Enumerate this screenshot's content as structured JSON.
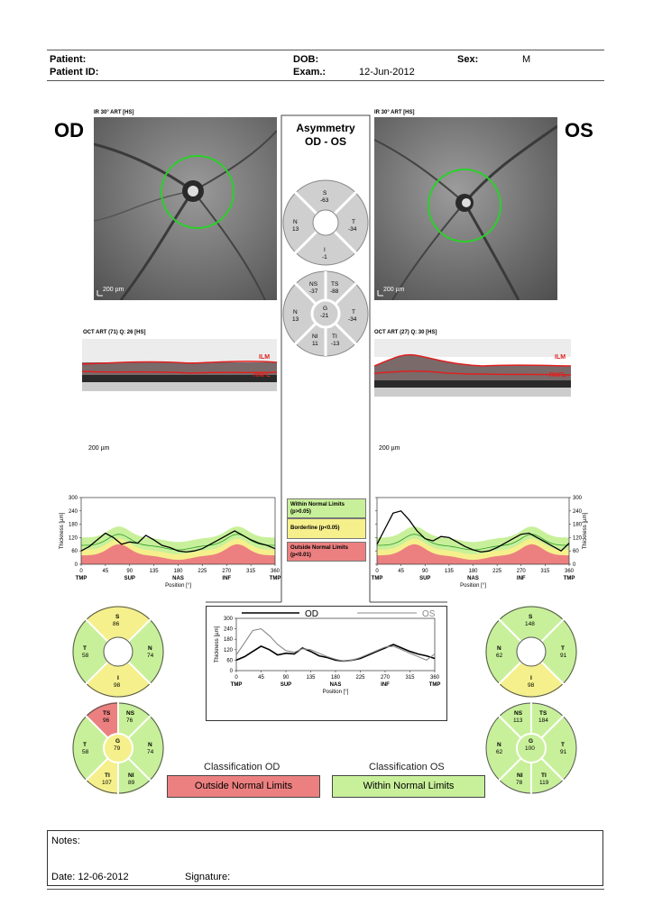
{
  "header": {
    "patient_label": "Patient:",
    "patient_id_label": "Patient ID:",
    "dob_label": "DOB:",
    "exam_label": "Exam.:",
    "exam_date": "12-Jun-2012",
    "sex_label": "Sex:",
    "sex_value": "M"
  },
  "eyes": {
    "od": "OD",
    "os": "OS"
  },
  "ir_image": {
    "od_caption": "IR 30° ART [HS]",
    "os_caption": "IR 30° ART [HS]",
    "scale": "200 µm"
  },
  "oct_image": {
    "od_caption": "OCT ART (71) Q: 26 [HS]",
    "os_caption": "OCT ART (27) Q: 30 [HS]",
    "ilm": "ILM",
    "rnfl": "RNFL",
    "scale": "200 µm"
  },
  "asymmetry": {
    "title_line1": "Asymmetry",
    "title_line2": "OD - OS",
    "quad": {
      "S_label": "S",
      "S": "-63",
      "N_label": "N",
      "N": "13",
      "T_label": "T",
      "T": "-34",
      "I_label": "I",
      "I": "-1"
    },
    "sect": {
      "NS_label": "NS",
      "NS": "-37",
      "TS_label": "TS",
      "TS": "-88",
      "N_label": "N",
      "N": "13",
      "G_label": "G",
      "G": "-21",
      "T_label": "T",
      "T": "-34",
      "NI_label": "NI",
      "NI": "11",
      "TI_label": "TI",
      "TI": "-13"
    }
  },
  "legend": {
    "within_line1": "Within Normal Limits",
    "within_line2": "(p>0.05)",
    "borderline": "Borderline (p<0.05)",
    "outside_line1": "Outside Normal Limits",
    "outside_line2": "(p<0.01)"
  },
  "profile_axes": {
    "ylabel": "Thickness [µm]",
    "xlabel": "Position [°]",
    "y_ticks": [
      "0",
      "60",
      "120",
      "180",
      "240",
      "300"
    ],
    "x_ticks": [
      "0",
      "45",
      "90",
      "135",
      "180",
      "225",
      "270",
      "315",
      "360"
    ],
    "regions": [
      "TMP",
      "SUP",
      "NAS",
      "INF",
      "TMP"
    ]
  },
  "compare_legend": {
    "od": "OD",
    "os": "OS"
  },
  "od_quadrants": {
    "S_label": "S",
    "S": "86",
    "T_label": "T",
    "T": "58",
    "N_label": "N",
    "N": "74",
    "I_label": "I",
    "I": "98"
  },
  "od_sectors": {
    "TS_label": "TS",
    "TS": "96",
    "NS_label": "NS",
    "NS": "76",
    "T_label": "T",
    "T": "58",
    "G_label": "G",
    "G": "79",
    "N_label": "N",
    "N": "74",
    "TI_label": "TI",
    "TI": "107",
    "NI_label": "NI",
    "NI": "89"
  },
  "os_quadrants": {
    "S_label": "S",
    "S": "148",
    "N_label": "N",
    "N": "62",
    "T_label": "T",
    "T": "91",
    "I_label": "I",
    "I": "98"
  },
  "os_sectors": {
    "NS_label": "NS",
    "NS": "113",
    "TS_label": "TS",
    "TS": "184",
    "N_label": "N",
    "N": "62",
    "G_label": "G",
    "G": "100",
    "T_label": "T",
    "T": "91",
    "NI_label": "NI",
    "NI": "78",
    "TI_label": "TI",
    "TI": "119"
  },
  "classification": {
    "od_title": "Classification OD",
    "od_value": "Outside Normal Limits",
    "os_title": "Classification OS",
    "os_value": "Within Normal Limits"
  },
  "footer": {
    "notes_label": "Notes:",
    "date_label": "Date: 12-06-2012",
    "signature_label": "Signature:"
  },
  "colors": {
    "green": "#c8f09a",
    "yellow": "#f5f08c",
    "red": "#ec8080",
    "circle": "#2bd02b"
  },
  "chart_data": [
    {
      "type": "line",
      "title": "",
      "xlabel": "Position [°]",
      "ylabel": "Thickness [µm]",
      "xlim": [
        0,
        360
      ],
      "ylim": [
        0,
        300
      ],
      "x": [
        0,
        15,
        30,
        45,
        60,
        75,
        90,
        105,
        120,
        135,
        150,
        165,
        180,
        195,
        210,
        225,
        240,
        255,
        270,
        285,
        300,
        315,
        330,
        345,
        360
      ],
      "series": [
        {
          "values": [
            60,
            80,
            110,
            140,
            120,
            90,
            100,
            95,
            130,
            110,
            85,
            75,
            60,
            55,
            60,
            70,
            90,
            110,
            130,
            150,
            130,
            110,
            95,
            85,
            70
          ]
        }
      ]
    },
    {
      "type": "line",
      "title": "",
      "xlabel": "Position [°]",
      "ylabel": "Thickness [µm]",
      "xlim": [
        0,
        360
      ],
      "ylim": [
        0,
        300
      ],
      "x": [
        0,
        15,
        30,
        45,
        60,
        75,
        90,
        105,
        120,
        135,
        150,
        165,
        180,
        195,
        210,
        225,
        240,
        255,
        270,
        285,
        300,
        315,
        330,
        345,
        360
      ],
      "series": [
        {
          "values": [
            90,
            160,
            230,
            240,
            200,
            150,
            115,
            105,
            125,
            120,
            100,
            80,
            65,
            55,
            60,
            75,
            95,
            115,
            135,
            140,
            120,
            100,
            80,
            60,
            95
          ]
        }
      ]
    },
    {
      "type": "line",
      "title": "",
      "xlabel": "Position [°]",
      "ylabel": "Thickness [µm]",
      "xlim": [
        0,
        360
      ],
      "ylim": [
        0,
        300
      ],
      "x": [
        0,
        15,
        30,
        45,
        60,
        75,
        90,
        105,
        120,
        135,
        150,
        165,
        180,
        195,
        210,
        225,
        240,
        255,
        270,
        285,
        300,
        315,
        330,
        345,
        360
      ],
      "series": [
        {
          "name": "OD",
          "values": [
            60,
            80,
            110,
            140,
            120,
            90,
            100,
            95,
            130,
            110,
            85,
            75,
            60,
            55,
            60,
            70,
            90,
            110,
            130,
            150,
            130,
            110,
            95,
            85,
            70
          ]
        },
        {
          "name": "OS",
          "values": [
            90,
            160,
            230,
            240,
            200,
            150,
            115,
            105,
            125,
            120,
            100,
            80,
            65,
            55,
            60,
            75,
            95,
            115,
            135,
            140,
            120,
            100,
            80,
            60,
            95
          ]
        }
      ]
    }
  ]
}
